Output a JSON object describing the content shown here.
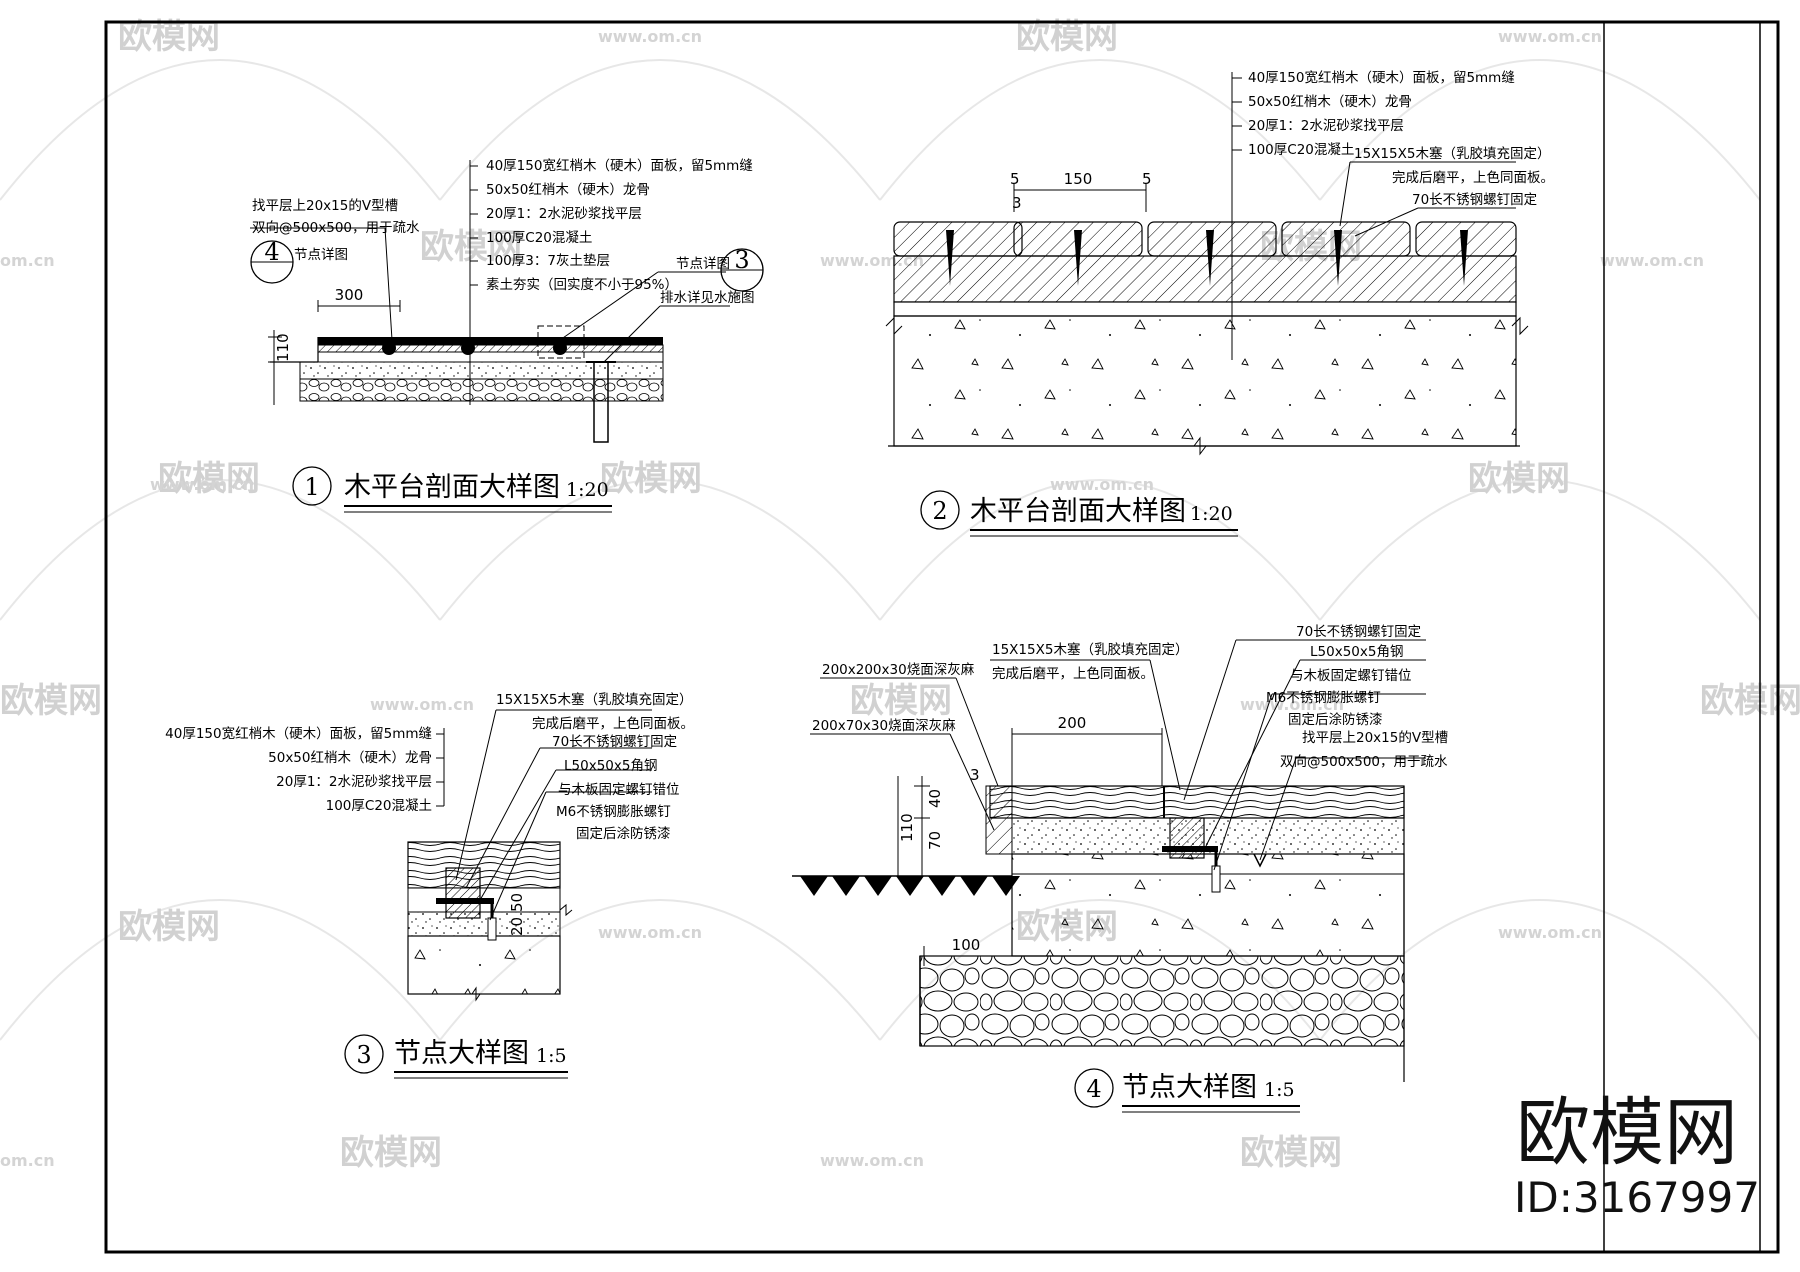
{
  "drawings": [
    {
      "number": "1",
      "title": "木平台剖面大样图",
      "scale": "1:20",
      "notes_layers": [
        "40厚150宽红梢木（硬木）面板，留5mm缝",
        "50x50红梢木（硬木）龙骨",
        "20厚1：2水泥砂浆找平层",
        "100厚C20混凝土",
        "100厚3：7灰土垫层",
        "素土夯实（回实度不小于95%）"
      ],
      "notes_left": [
        "找平层上20x15的V型槽",
        "双向@500x500，用于疏水",
        "节点详图"
      ],
      "ref_left": "4",
      "notes_right": [
        "节点详图",
        "排水详见水施图"
      ],
      "ref_right": "3",
      "dims": [
        "300",
        "110"
      ]
    },
    {
      "number": "2",
      "title": "木平台剖面大样图",
      "scale": "1:20",
      "notes_layers": [
        "40厚150宽红梢木（硬木）面板，留5mm缝",
        "50x50红梢木（硬木）龙骨",
        "20厚1：2水泥砂浆找平层",
        "100厚C20混凝土"
      ],
      "notes_right": [
        "15X15X5木塞（乳胶填充固定）",
        "完成后磨平，上色同面板。",
        "70长不锈钢螺钉固定"
      ],
      "dims": [
        "150",
        "5",
        "5",
        "3"
      ]
    },
    {
      "number": "3",
      "title": "节点大样图",
      "scale": "1:5",
      "notes_left": [
        "40厚150宽红梢木（硬木）面板，留5mm缝",
        "50x50红梢木（硬木）龙骨",
        "20厚1：2水泥砂浆找平层",
        "100厚C20混凝土"
      ],
      "notes_right": [
        "15X15X5木塞（乳胶填充固定）",
        "完成后磨平，上色同面板。",
        "70长不锈钢螺钉固定",
        "L50x50x5角钢",
        "与木板固定螺钉错位",
        "M6不锈钢膨胀螺钉",
        "固定后涂防锈漆"
      ],
      "dims": [
        "50",
        "20"
      ]
    },
    {
      "number": "4",
      "title": "节点大样图",
      "scale": "1:5",
      "notes_left": [
        "200x200x30烧面深灰麻",
        "200x70x30烧面深灰麻"
      ],
      "notes_mid": [
        "15X15X5木塞（乳胶填充固定）",
        "完成后磨平，上色同面板。"
      ],
      "notes_right": [
        "70长不锈钢螺钉固定",
        "L50x50x5角钢",
        "与木板固定螺钉错位",
        "M6不锈钢膨胀螺钉",
        "固定后涂防锈漆",
        "找平层上20x15的V型槽",
        "双向@500x500，用于疏水"
      ],
      "dims": [
        "200",
        "40",
        "70",
        "110",
        "100",
        "3"
      ]
    }
  ],
  "watermark": {
    "logo_text": "欧模网",
    "url": "www.om.cn",
    "url_short": "om.cn"
  },
  "brand": {
    "name": "欧模网",
    "id": "ID:3167997"
  }
}
